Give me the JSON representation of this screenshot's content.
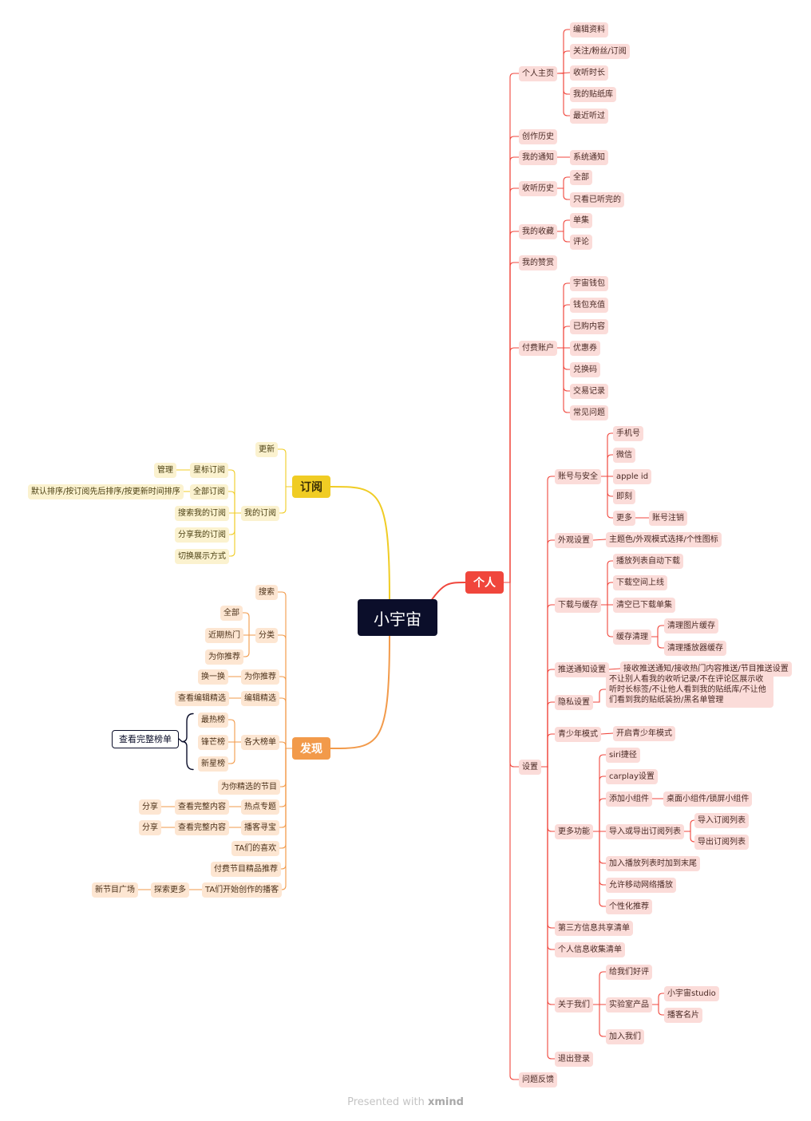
{
  "root": "小宇宙",
  "mains": {
    "geren": "个人",
    "dingyue": "订阅",
    "faxian": "发现"
  },
  "colors": {
    "red": "#f0463c",
    "yellow": "#f0cc24",
    "orange": "#f29a4a",
    "dark": "#0b0e2a"
  },
  "footer": {
    "prefix": "Presented with ",
    "brand": "xmind"
  },
  "nodes": [
    {
      "id": "a1",
      "t": "个人主页",
      "p": "R"
    },
    {
      "id": "a1a",
      "t": "编辑资料",
      "p": "a1"
    },
    {
      "id": "a1b",
      "t": "关注/粉丝/订阅",
      "p": "a1"
    },
    {
      "id": "a1c",
      "t": "收听时长",
      "p": "a1"
    },
    {
      "id": "a1d",
      "t": "我的贴纸库",
      "p": "a1"
    },
    {
      "id": "a1e",
      "t": "最近听过",
      "p": "a1"
    },
    {
      "id": "a2",
      "t": "创作历史",
      "p": "R"
    },
    {
      "id": "a3",
      "t": "我的通知",
      "p": "R"
    },
    {
      "id": "a3a",
      "t": "系统通知",
      "p": "a3"
    },
    {
      "id": "a4",
      "t": "收听历史",
      "p": "R"
    },
    {
      "id": "a4a",
      "t": "全部",
      "p": "a4"
    },
    {
      "id": "a4b",
      "t": "只看已听完的",
      "p": "a4"
    },
    {
      "id": "a5",
      "t": "我的收藏",
      "p": "R"
    },
    {
      "id": "a5a",
      "t": "单集",
      "p": "a5"
    },
    {
      "id": "a5b",
      "t": "评论",
      "p": "a5"
    },
    {
      "id": "a6",
      "t": "我的赞赏",
      "p": "R"
    },
    {
      "id": "a7",
      "t": "付费账户",
      "p": "R"
    },
    {
      "id": "a7a",
      "t": "宇宙钱包",
      "p": "a7"
    },
    {
      "id": "a7b",
      "t": "钱包充值",
      "p": "a7"
    },
    {
      "id": "a7c",
      "t": "已购内容",
      "p": "a7"
    },
    {
      "id": "a7d",
      "t": "优惠券",
      "p": "a7"
    },
    {
      "id": "a7e",
      "t": "兑换码",
      "p": "a7"
    },
    {
      "id": "a7f",
      "t": "交易记录",
      "p": "a7"
    },
    {
      "id": "a7g",
      "t": "常见问题",
      "p": "a7"
    },
    {
      "id": "a8",
      "t": "设置",
      "p": "R"
    },
    {
      "id": "s1",
      "t": "账号与安全",
      "p": "a8"
    },
    {
      "id": "s1a",
      "t": "手机号",
      "p": "s1"
    },
    {
      "id": "s1b",
      "t": "微信",
      "p": "s1"
    },
    {
      "id": "s1c",
      "t": "apple id",
      "p": "s1"
    },
    {
      "id": "s1d",
      "t": "即刻",
      "p": "s1"
    },
    {
      "id": "s1e",
      "t": "更多",
      "p": "s1"
    },
    {
      "id": "s1e1",
      "t": "账号注销",
      "p": "s1e"
    },
    {
      "id": "s2",
      "t": "外观设置",
      "p": "a8"
    },
    {
      "id": "s2a",
      "t": "主题色/外观模式选择/个性图标",
      "p": "s2"
    },
    {
      "id": "s3",
      "t": "下载与缓存",
      "p": "a8"
    },
    {
      "id": "s3a",
      "t": "播放列表自动下载",
      "p": "s3"
    },
    {
      "id": "s3b",
      "t": "下载空间上线",
      "p": "s3"
    },
    {
      "id": "s3c",
      "t": "清空已下载单集",
      "p": "s3"
    },
    {
      "id": "s3d",
      "t": "缓存清理",
      "p": "s3"
    },
    {
      "id": "s3d1",
      "t": "清理图片缓存",
      "p": "s3d"
    },
    {
      "id": "s3d2",
      "t": "清理播放器缓存",
      "p": "s3d"
    },
    {
      "id": "s4",
      "t": "推送通知设置",
      "p": "a8"
    },
    {
      "id": "s4a",
      "t": "接收推送通知/接收热门内容推送/节目推送设置",
      "p": "s4"
    },
    {
      "id": "s5",
      "t": "隐私设置",
      "p": "a8"
    },
    {
      "id": "s5a",
      "t": "不让别人看我的收听记录/不在评论区展示收听时长标签/不让他人看到我的贴纸库/不让他们看到我的贴纸装扮/黑名单管理",
      "p": "s5"
    },
    {
      "id": "s6",
      "t": "青少年模式",
      "p": "a8"
    },
    {
      "id": "s6a",
      "t": "开启青少年模式",
      "p": "s6"
    },
    {
      "id": "s7",
      "t": "更多功能",
      "p": "a8"
    },
    {
      "id": "s7a",
      "t": "siri捷径",
      "p": "s7"
    },
    {
      "id": "s7b",
      "t": "carplay设置",
      "p": "s7"
    },
    {
      "id": "s7c",
      "t": "添加小组件",
      "p": "s7"
    },
    {
      "id": "s7c1",
      "t": "桌面小组件/锁屏小组件",
      "p": "s7c"
    },
    {
      "id": "s7d",
      "t": "导入或导出订阅列表",
      "p": "s7"
    },
    {
      "id": "s7d1",
      "t": "导入订阅列表",
      "p": "s7d"
    },
    {
      "id": "s7d2",
      "t": "导出订阅列表",
      "p": "s7d"
    },
    {
      "id": "s7e",
      "t": "加入播放列表时加到末尾",
      "p": "s7"
    },
    {
      "id": "s7f",
      "t": "允许移动网络播放",
      "p": "s7"
    },
    {
      "id": "s7g",
      "t": "个性化推荐",
      "p": "s7"
    },
    {
      "id": "s8",
      "t": "第三方信息共享清单",
      "p": "a8"
    },
    {
      "id": "s9",
      "t": "个人信息收集清单",
      "p": "a8"
    },
    {
      "id": "s10",
      "t": "关于我们",
      "p": "a8"
    },
    {
      "id": "s10a",
      "t": "给我们好评",
      "p": "s10"
    },
    {
      "id": "s10b",
      "t": "实验室产品",
      "p": "s10"
    },
    {
      "id": "s10b1",
      "t": "小宇宙studio",
      "p": "s10b"
    },
    {
      "id": "s10b2",
      "t": "播客名片",
      "p": "s10b"
    },
    {
      "id": "s10c",
      "t": "加入我们",
      "p": "s10"
    },
    {
      "id": "s11",
      "t": "退出登录",
      "p": "a8"
    },
    {
      "id": "a9",
      "t": "问题反馈",
      "p": "R"
    },
    {
      "id": "y1",
      "t": "更新",
      "p": "Y"
    },
    {
      "id": "y2",
      "t": "我的订阅",
      "p": "Y"
    },
    {
      "id": "y2a",
      "t": "星标订阅",
      "p": "y2"
    },
    {
      "id": "y2a1",
      "t": "管理",
      "p": "y2a"
    },
    {
      "id": "y2b",
      "t": "全部订阅",
      "p": "y2"
    },
    {
      "id": "y2b1",
      "t": "默认排序/按订阅先后排序/按更新时间排序",
      "p": "y2b"
    },
    {
      "id": "y2c",
      "t": "搜索我的订阅",
      "p": "y2"
    },
    {
      "id": "y2d",
      "t": "分享我的订阅",
      "p": "y2"
    },
    {
      "id": "y2e",
      "t": "切换展示方式",
      "p": "y2"
    },
    {
      "id": "f1",
      "t": "搜索",
      "p": "O"
    },
    {
      "id": "f2",
      "t": "分类",
      "p": "O"
    },
    {
      "id": "f2a",
      "t": "全部",
      "p": "f2"
    },
    {
      "id": "f2b",
      "t": "近期热门",
      "p": "f2"
    },
    {
      "id": "f2c",
      "t": "为你推荐",
      "p": "f2"
    },
    {
      "id": "f3",
      "t": "为你推荐",
      "p": "O"
    },
    {
      "id": "f3a",
      "t": "换一换",
      "p": "f3"
    },
    {
      "id": "f4",
      "t": "编辑精选",
      "p": "O"
    },
    {
      "id": "f4a",
      "t": "查看编辑精选",
      "p": "f4"
    },
    {
      "id": "f5",
      "t": "各大榜单",
      "p": "O"
    },
    {
      "id": "f5a",
      "t": "最热榜",
      "p": "f5"
    },
    {
      "id": "f5b",
      "t": "锋芒榜",
      "p": "f5"
    },
    {
      "id": "f5c",
      "t": "新星榜",
      "p": "f5"
    },
    {
      "id": "f5n",
      "t": "查看完整榜单",
      "p": "f5"
    },
    {
      "id": "f6",
      "t": "为你精选的节目",
      "p": "O"
    },
    {
      "id": "f7",
      "t": "热点专题",
      "p": "O"
    },
    {
      "id": "f7a",
      "t": "查看完整内容",
      "p": "f7"
    },
    {
      "id": "f7a1",
      "t": "分享",
      "p": "f7a"
    },
    {
      "id": "f8",
      "t": "播客寻宝",
      "p": "O"
    },
    {
      "id": "f8a",
      "t": "查看完整内容",
      "p": "f8"
    },
    {
      "id": "f8a1",
      "t": "分享",
      "p": "f8a"
    },
    {
      "id": "f9",
      "t": "TA们的喜欢",
      "p": "O"
    },
    {
      "id": "f10",
      "t": "付费节目精品推荐",
      "p": "O"
    },
    {
      "id": "f11",
      "t": "TA们开始创作的播客",
      "p": "O"
    },
    {
      "id": "f11a",
      "t": "探索更多",
      "p": "f11"
    },
    {
      "id": "f11a1",
      "t": "新节目广场",
      "p": "f11a"
    }
  ]
}
